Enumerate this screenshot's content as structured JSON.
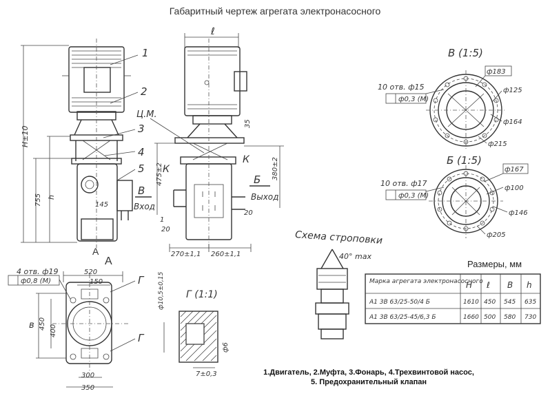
{
  "title": "Габаритный чертеж агрегата электронасосного",
  "callouts": [
    "1",
    "2",
    "3",
    "4",
    "5"
  ],
  "view_labels": {
    "section_a": "A",
    "view_a": "A",
    "detail_v": "В (1:5)",
    "detail_b": "Б (1:5)",
    "detail_g": "Г (1:1)",
    "letter_g": "Г",
    "letter_v": "В",
    "letter_b": "Б",
    "letter_k": "К",
    "center_mass": "Ц.М."
  },
  "ports": {
    "inlet": "Вход",
    "outlet": "Выход"
  },
  "dimensions": {
    "l": "ℓ",
    "H_plus_10": "H±10",
    "h": "h",
    "d755": "755",
    "d145": "145",
    "d475": "475±2",
    "d380": "380±2",
    "d35": "35",
    "d20a": "20",
    "d20b": "20",
    "d1": "1",
    "d270": "270±1,1",
    "d260": "260±1,1",
    "d520": "520",
    "d150": "150",
    "d400": "400",
    "d450": "450",
    "d300": "300",
    "d350": "350",
    "b": "в",
    "d7": "7±0,3",
    "d6": "ф6",
    "d8": "ф10,5±0,15"
  },
  "holes_top": {
    "spec": "4 отв. ф19",
    "tol": "ф0,8 (M)"
  },
  "detail_v": {
    "holes": "10 отв. ф15",
    "tol": "ф0,3 (M)",
    "d1": "ф183",
    "d2": "ф125",
    "d3": "ф164",
    "d4": "ф215"
  },
  "detail_b": {
    "holes": "10 отв. ф17",
    "tol": "ф0,3 (M)",
    "d1": "ф167",
    "d2": "ф100",
    "d3": "ф146",
    "d4": "ф205"
  },
  "sling": {
    "title": "Схема строповки",
    "angle": "40° max"
  },
  "units_label": "Размеры, мм",
  "table": {
    "headers": [
      "Марка агрегата электронасосного",
      "H",
      "ℓ",
      "B",
      "h"
    ],
    "rows": [
      [
        "А1 3В 63/25-50/4 Б",
        "1610",
        "450",
        "545",
        "635"
      ],
      [
        "А1 3В 63/25-45/6,3 Б",
        "1660",
        "500",
        "580",
        "730"
      ]
    ]
  },
  "legend": [
    "1.Двигатель, 2.Муфта, 3.Фонарь, 4.Трехвинтовой насос,",
    "5. Предохранительный клапан"
  ]
}
